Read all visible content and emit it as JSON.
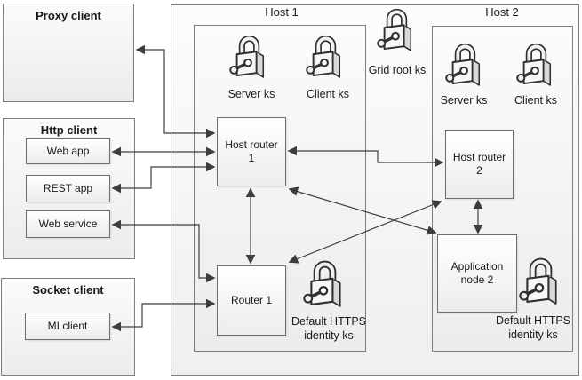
{
  "icons": {
    "keystore": "padlock-icon"
  },
  "colors": {
    "border": "#7f7f7f",
    "arrow": "#3f3f3f",
    "box_fill_top": "#fbfbfb",
    "box_fill_bottom": "#ececec"
  },
  "clients": {
    "proxy": {
      "title": "Proxy client"
    },
    "http": {
      "title": "Http client",
      "apps": [
        {
          "label": "Web app"
        },
        {
          "label": "REST app"
        },
        {
          "label": "Web service"
        }
      ]
    },
    "socket": {
      "title": "Socket client",
      "apps": [
        {
          "label": "MI client"
        }
      ]
    }
  },
  "grid": {
    "grid_root_ks": "Grid root ks",
    "host1": {
      "title": "Host 1",
      "server_ks": "Server ks",
      "client_ks": "Client ks",
      "host_router": "Host router 1",
      "router": "Router 1",
      "identity_ks": "Default HTTPS identity ks"
    },
    "host2": {
      "title": "Host 2",
      "server_ks": "Server ks",
      "client_ks": "Client ks",
      "host_router": "Host router 2",
      "app_node": "Application node 2",
      "identity_ks": "Default HTTPS identity ks"
    }
  }
}
